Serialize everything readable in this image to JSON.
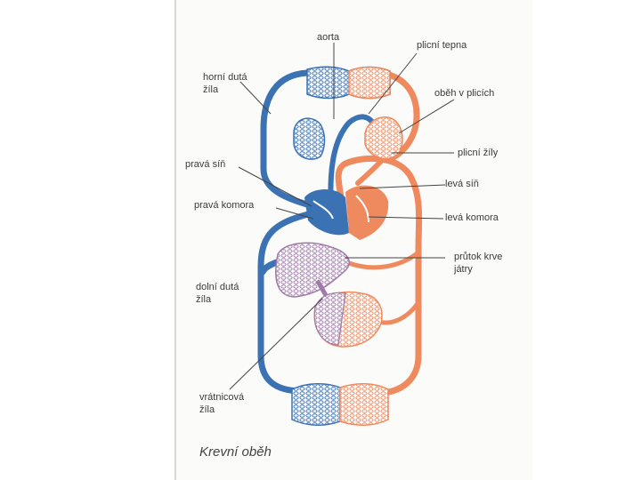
{
  "caption": "Krevní oběh",
  "labels": {
    "aorta": "aorta",
    "plicni_tepna": "plicní tepna",
    "horni_duta_zila": "horní dutá žíla",
    "obeh_v_plicich": "oběh v plicích",
    "plicni_zily": "plicní žíly",
    "prava_sin": "pravá síň",
    "leva_sin": "levá síň",
    "prava_komora": "pravá komora",
    "leva_komora": "levá komora",
    "prutok_krve_jatry": "průtok krve játry",
    "dolni_duta_zila": "dolní dutá žíla",
    "vratnicova_zila": "vrátnicová žíla"
  },
  "colors": {
    "venous": "#3b72b4",
    "arterial": "#ef8a5e",
    "liver": "#b78fb8"
  }
}
